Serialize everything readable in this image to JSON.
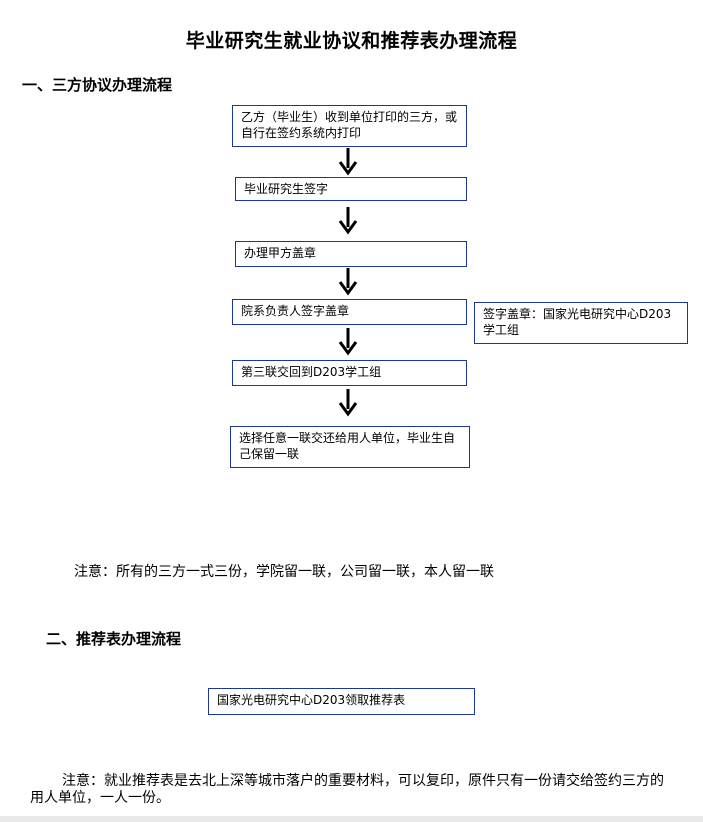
{
  "title": "毕业研究生就业协议和推荐表办理流程",
  "section1": {
    "heading": "一、三方协议办理流程",
    "steps": [
      "乙方（毕业生）收到单位打印的三方，或自行在签约系统内打印",
      "毕业研究生签字",
      "办理甲方盖章",
      "院系负责人签字盖章",
      "第三联交回到D203学工组",
      "选择任意一联交还给用人单位，毕业生自己保留一联"
    ],
    "side_note": "签字盖章：国家光电研究中心D203学工组",
    "note": "注意：所有的三方一式三份，学院留一联，公司留一联，本人留一联"
  },
  "section2": {
    "heading": "二、推荐表办理流程",
    "step": "国家光电研究中心D203领取推荐表",
    "note": "注意：就业推荐表是去北上深等城市落户的重要材料，可以复印，原件只有一份请交给签约三方的用人单位，一人一份。"
  }
}
